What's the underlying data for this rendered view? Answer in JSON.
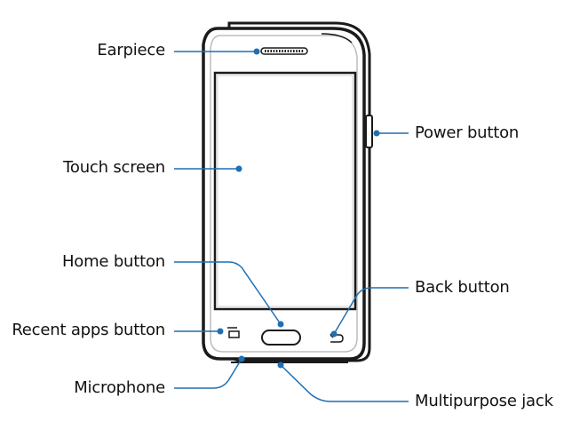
{
  "labels": {
    "earpiece": "Earpiece",
    "touch_screen": "Touch screen",
    "home_button": "Home button",
    "recent_apps_button": "Recent apps button",
    "microphone": "Microphone",
    "power_button": "Power button",
    "back_button": "Back button",
    "multipurpose_jack": "Multipurpose jack"
  },
  "colors": {
    "callout": "#1f6fb2",
    "outline": "#1a1a1a",
    "screen_border": "#d0d0d0"
  }
}
